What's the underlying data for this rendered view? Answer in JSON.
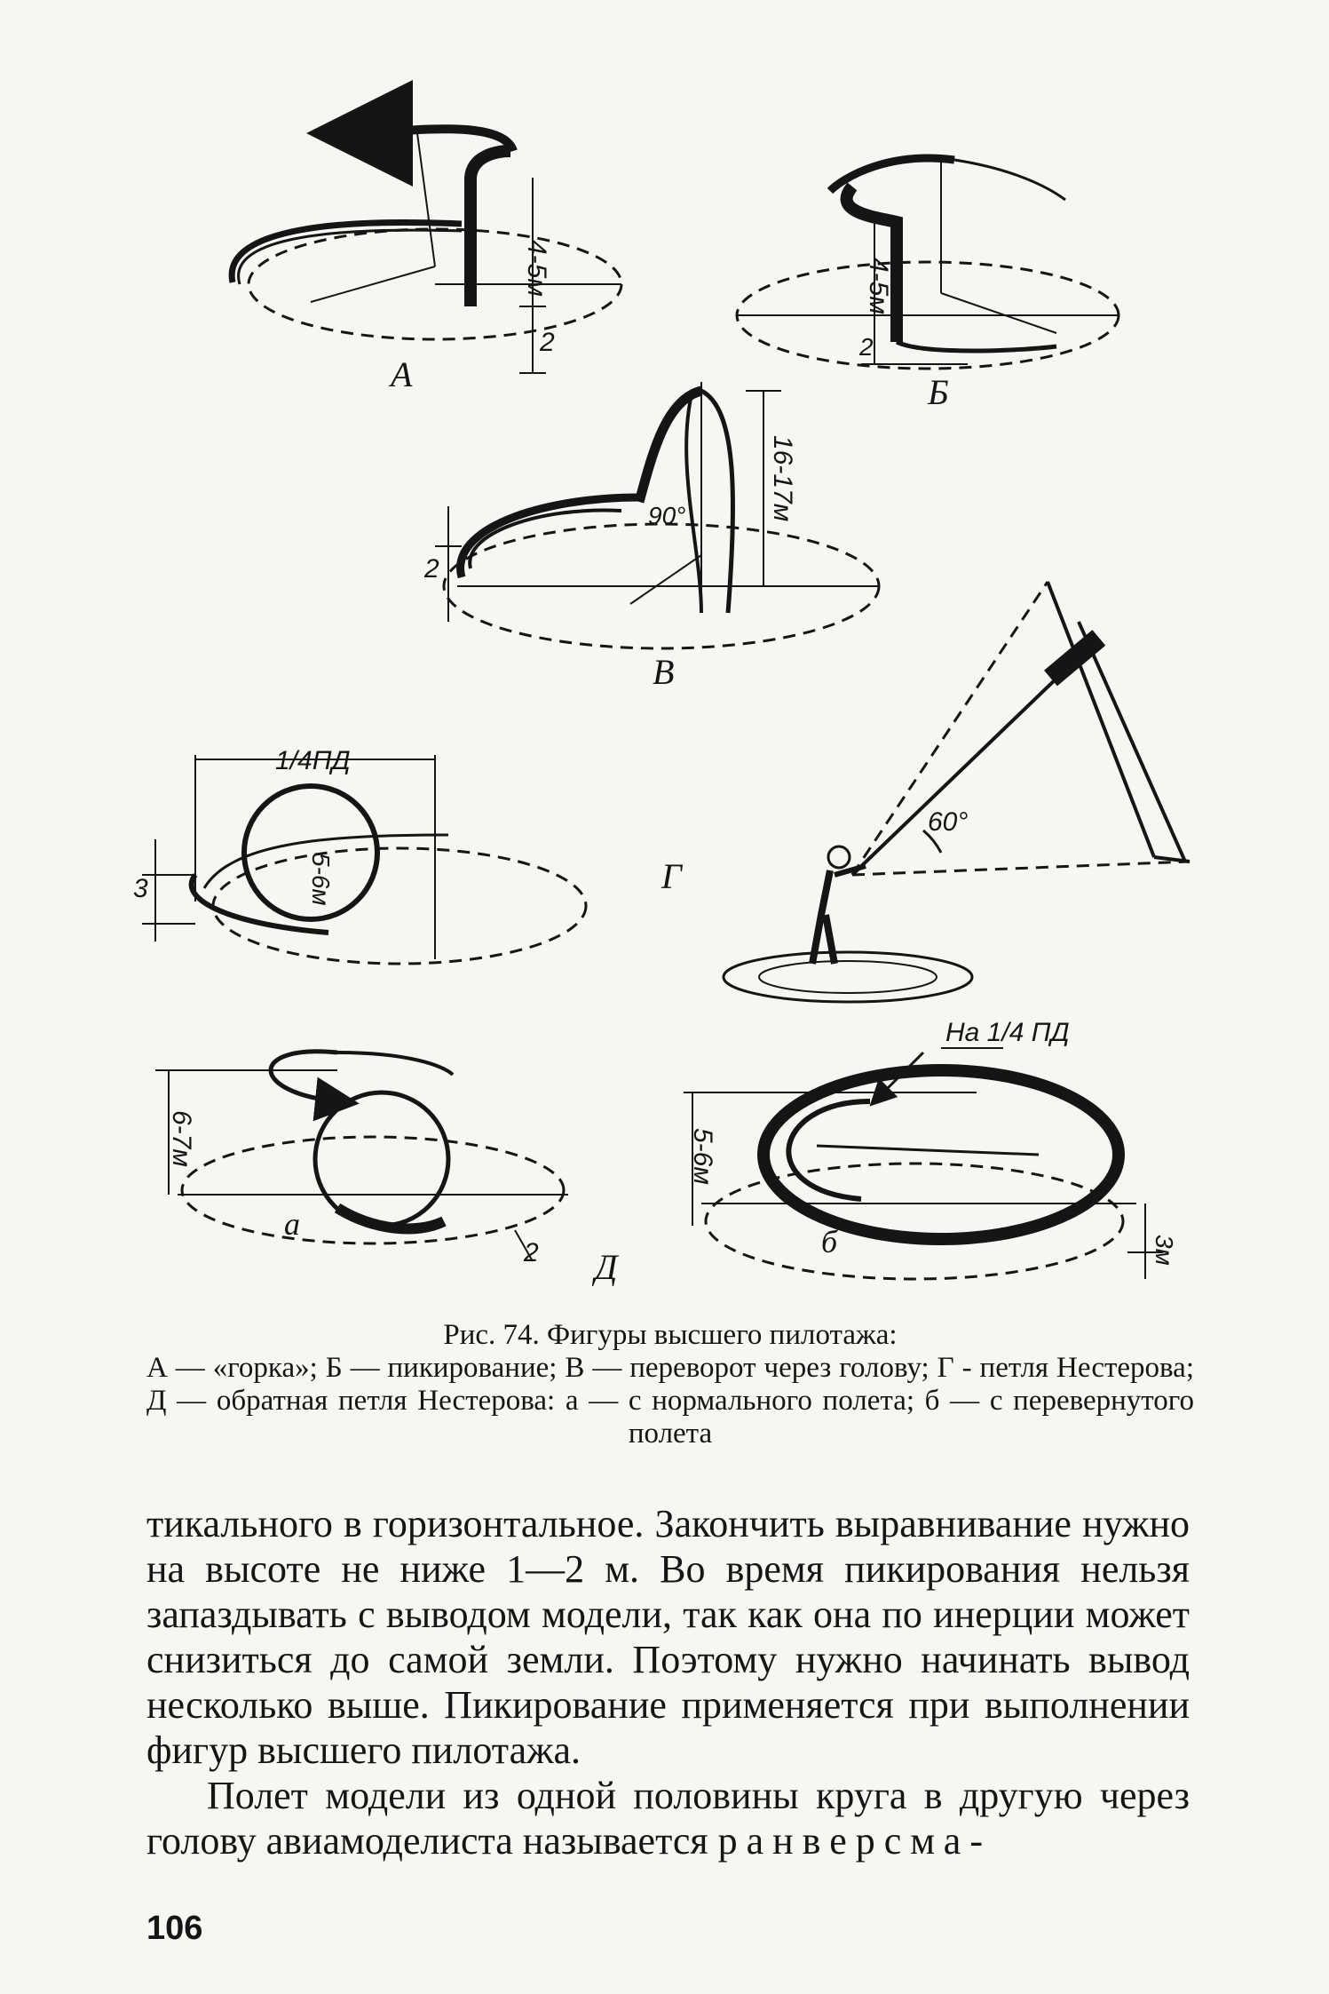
{
  "figure": {
    "labels": {
      "A": "А",
      "B": "Б",
      "V": "В",
      "G": "Г",
      "D": "Д",
      "a": "а",
      "b": "б"
    },
    "dimensions": {
      "A_height": "4-5м",
      "A_ground": "2",
      "B_height": "4-5м",
      "B_ground": "2",
      "V_height": "16-17м",
      "V_ground": "2",
      "V_angle": "90°",
      "G_quarter": "1/4ПД",
      "G_loop": "5-6м",
      "G_ground": "3",
      "G_angle": "60°",
      "Da_height": "6-7м",
      "Da_ground": "2",
      "Db_height": "5-6м",
      "Db_ground": "3м",
      "Db_note": "На 1/4 ПД"
    }
  },
  "caption": {
    "title": "Рис. 74. Фигуры высшего пилотажа:",
    "body": "А — «горка»; Б — пикирование; В — переворот через голову; Г - петля Нестерова; Д — обратная петля Нестерова: а — с нормального полета; б — с перевернутого полета"
  },
  "text": {
    "p1": "тикального в горизонтальное. Закончить выравнивание нужно на высоте не ниже 1—2 м. Во время пикирования нельзя запаздывать с выводом модели, так как она по инерции может снизиться до самой земли. Поэтому нужно начинать вывод несколько выше. Пикирование применяется при выполнении фигур высшего пилотажа.",
    "p2_start": "Полет модели из одной половины круга в другую через голову авиамоделиста называется",
    "p2_spaced": "ранверсма-"
  },
  "page_number": "106"
}
